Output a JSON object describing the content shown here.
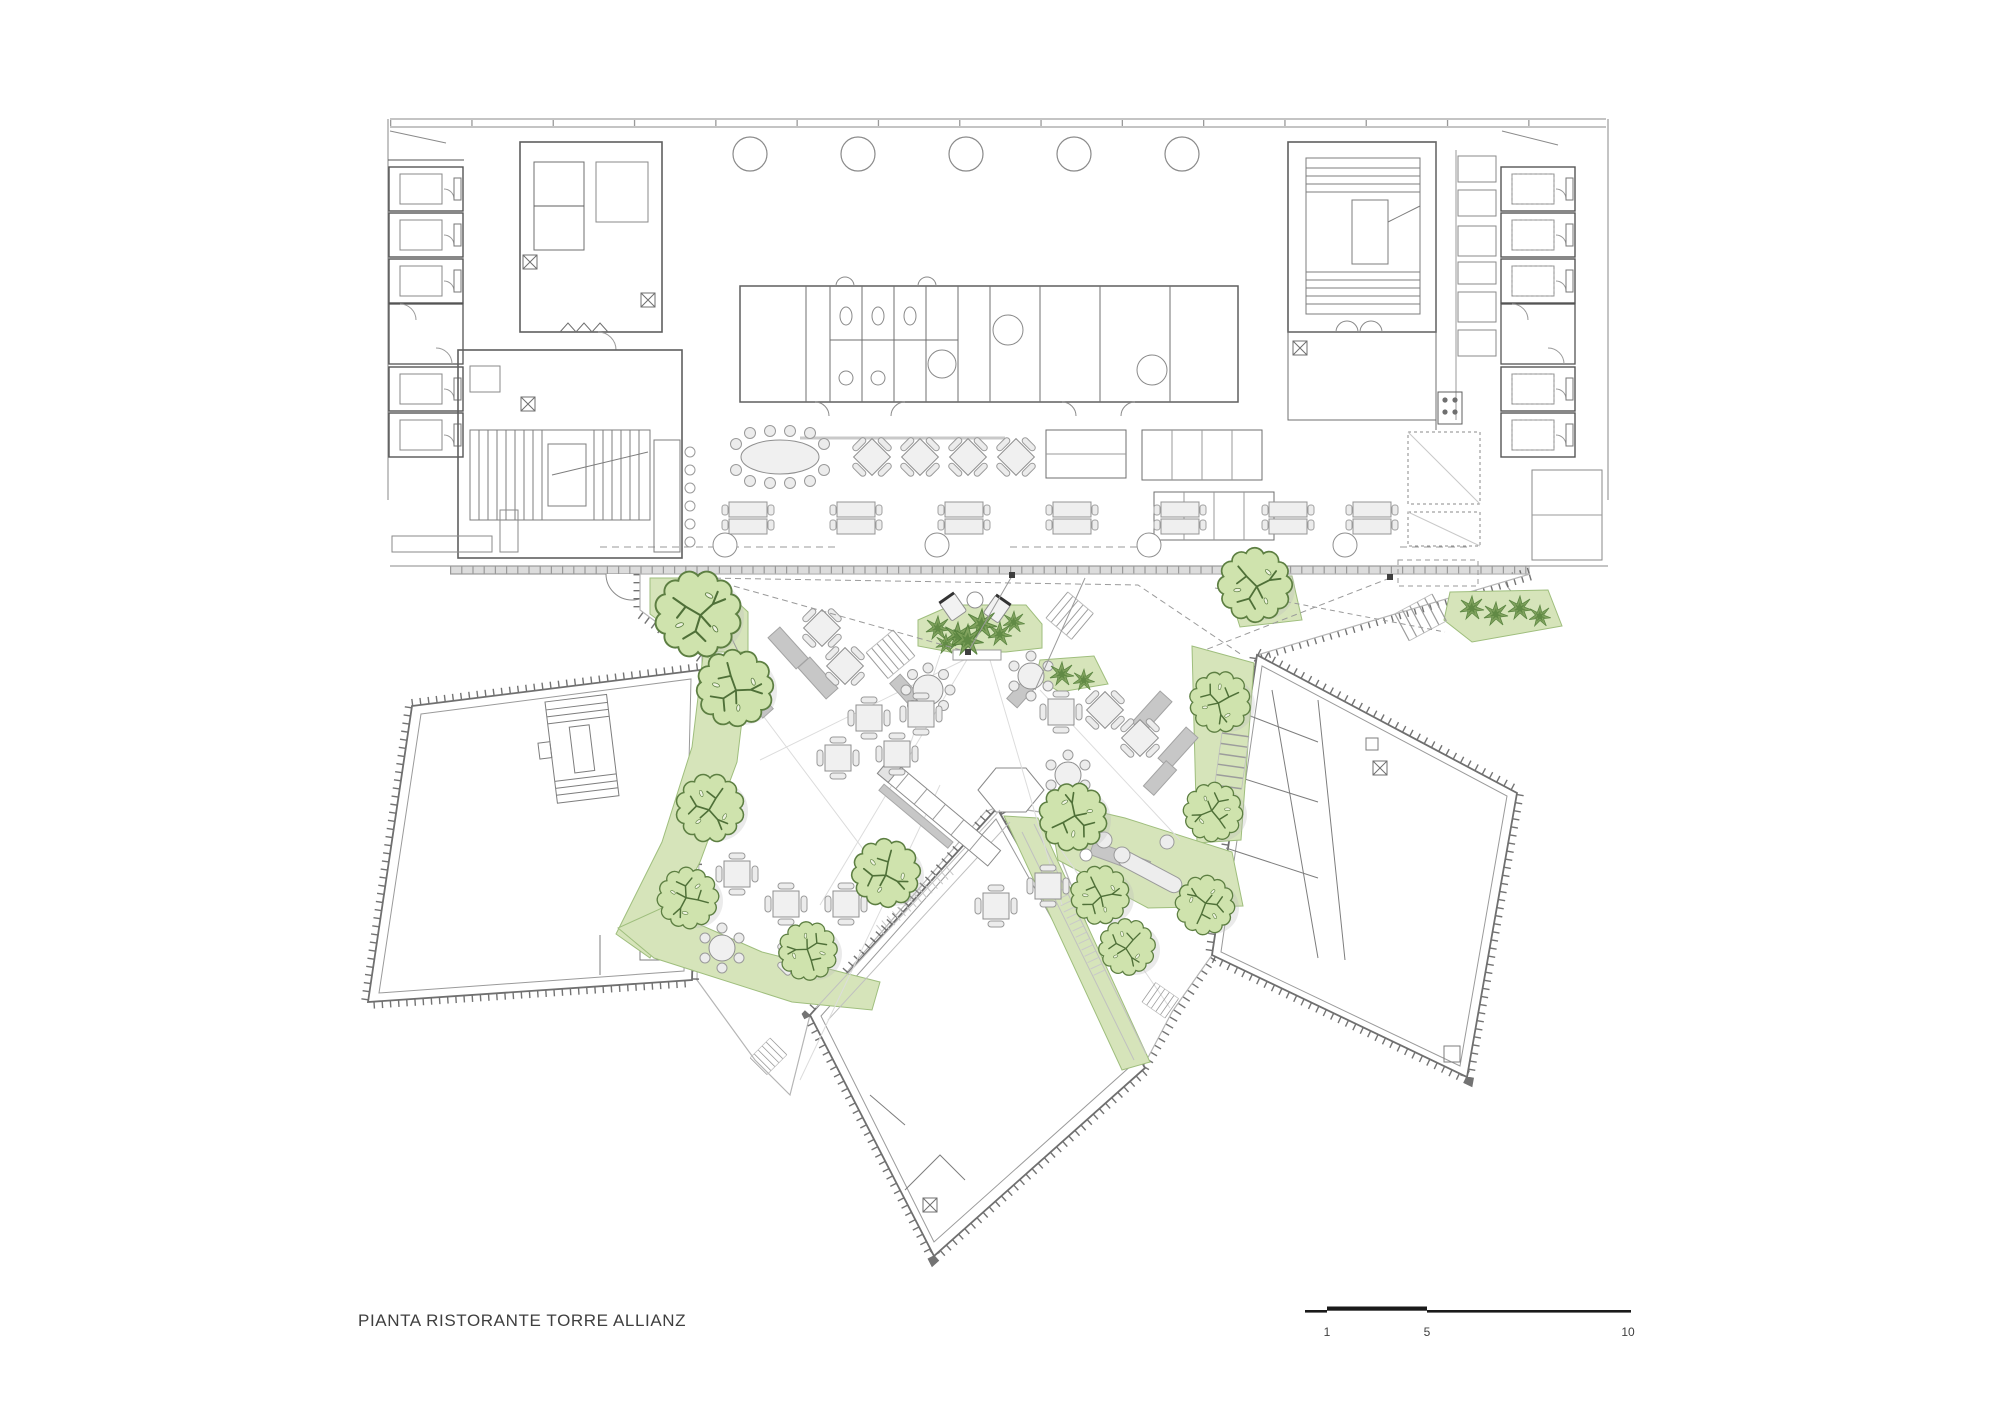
{
  "document": {
    "kind": "architectural-floor-plan",
    "sheet_background": "#ffffff"
  },
  "title_block": {
    "title": "PIANTA RISTORANTE TORRE ALLIANZ"
  },
  "scale_bar": {
    "labels": [
      "1",
      "5",
      "10"
    ]
  },
  "palette": {
    "wall_dark": "#565656",
    "wall_mid": "#8a8a8a",
    "wall_light": "#b9b9b9",
    "faint_line": "#d9d9d9",
    "glass_band": "#dcdcdc",
    "green_fill": "#d6e4ba",
    "green_edge": "#9fbe7d",
    "tree_fill": "#cfe3ad",
    "tree_edge": "#5d7f42",
    "tree_branch": "#4f7038",
    "shrub_green": "#6f9751",
    "furniture_fill": "#efefef",
    "furniture_edge": "#9a9a9a",
    "bench_gray": "#c7c7c7",
    "text_color": "#3f3f3f"
  },
  "symbols": {
    "tree_icon_count": 13,
    "shrub_cluster_count": 13,
    "terrace_round_table_count": 4,
    "terrace_square_table_count": 15,
    "tower_lift_cell_count": 10,
    "tilted_structure_count": 3
  }
}
